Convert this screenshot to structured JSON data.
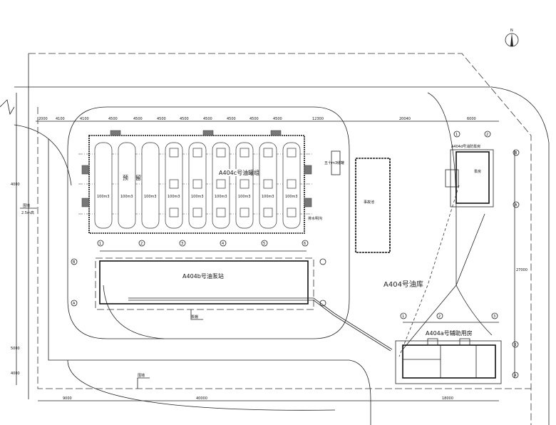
{
  "drawing": {
    "north_label": "N",
    "site_label": "A404号油库",
    "tank_farm": {
      "label": "A404c号油罐组",
      "reserved_chars": [
        "预",
        "留"
      ],
      "tank_capacities": [
        "100m3",
        "100m3",
        "100m3",
        "100m3",
        "100m3",
        "100m3",
        "100m3",
        "100m3",
        "100m3"
      ]
    },
    "pump_station": {
      "label": "A404b号油泵站",
      "axis_letters": [
        "B",
        "A"
      ],
      "axis_numbers": [
        "1",
        "2",
        "3",
        "4",
        "5",
        "6"
      ]
    },
    "auxiliary_building": {
      "label": "A404a号辅助用房",
      "axis_numbers": [
        "1",
        "2",
        "3"
      ],
      "axis_letters": [
        "B",
        "A"
      ]
    },
    "top_right_building": {
      "label": "A404d号消防泵房",
      "room": "泵房",
      "axis_numbers": [
        "1",
        "2"
      ],
      "axis_letters": [
        "B",
        "A"
      ]
    },
    "pool_label": "事故池",
    "small_tank_label": "五十m3储罐",
    "fence_label": "围墙",
    "fence_height": "2.5m高",
    "wall_label_bottom": "围墙",
    "pump_wall_label": "泵棚",
    "drain_label": "排水明沟",
    "top_dimensions": [
      "2000",
      "4100",
      "4100",
      "4500",
      "4500",
      "4500",
      "4500",
      "4500",
      "4500",
      "4500",
      "4500",
      "12300",
      "20040",
      "6000"
    ],
    "bottom_dimensions": [
      "9000",
      "40000",
      "18000"
    ],
    "left_dimensions": [
      "4000",
      "5000",
      "4000"
    ],
    "right_dimension": "27000"
  }
}
